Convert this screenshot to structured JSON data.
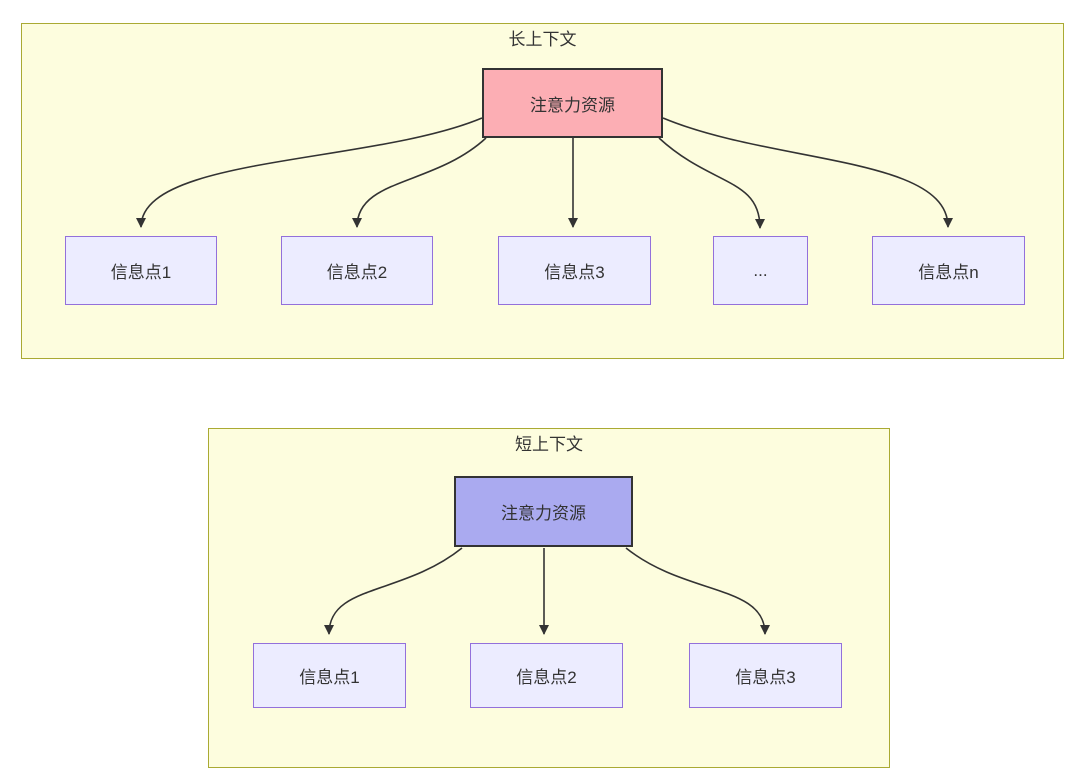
{
  "diagram": {
    "long_context": {
      "title": "长上下文",
      "attention_label": "注意力资源",
      "nodes": [
        "信息点1",
        "信息点2",
        "信息点3",
        "...",
        "信息点n"
      ]
    },
    "short_context": {
      "title": "短上下文",
      "attention_label": "注意力资源",
      "nodes": [
        "信息点1",
        "信息点2",
        "信息点3"
      ]
    },
    "colors": {
      "page_bg": "#ffffff",
      "cluster_fill": "#fdfdde",
      "cluster_border": "#aaaa33",
      "info_fill": "#ececff",
      "info_border": "#9370db",
      "attention_long_fill": "#fcaeb4",
      "attention_short_fill": "#aaaaf0",
      "attention_border": "#333333",
      "edge_color": "#333333",
      "text_color": "#333333"
    }
  }
}
